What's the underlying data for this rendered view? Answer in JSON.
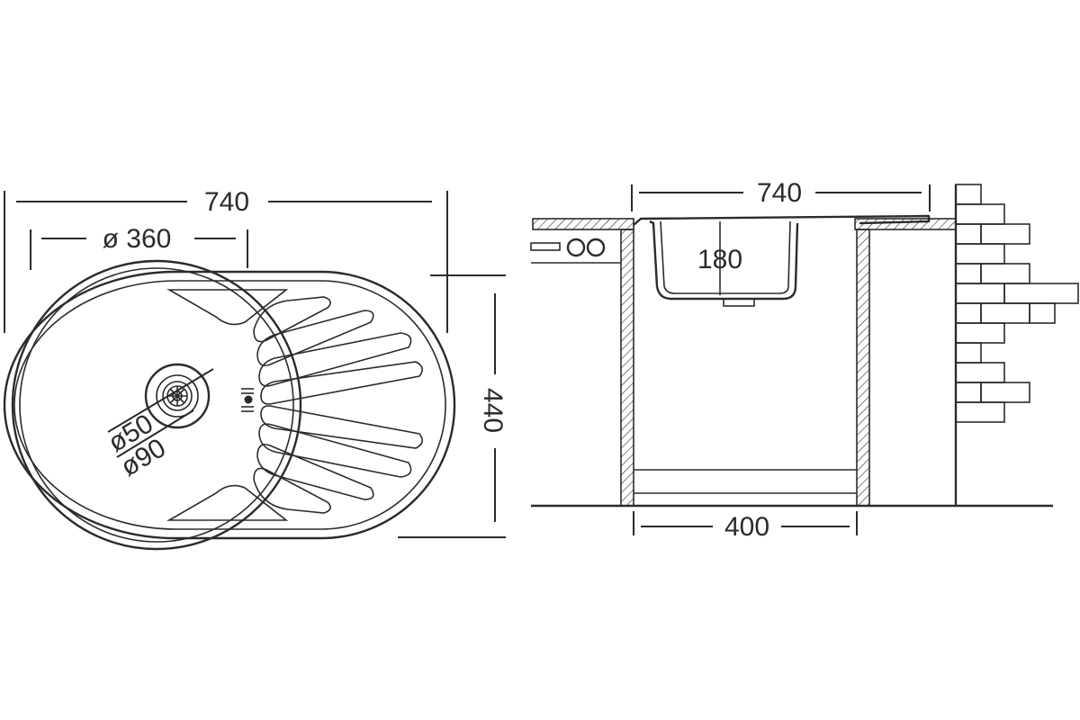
{
  "top_view": {
    "width_label": "740",
    "bowl_diameter_label": "ø 360",
    "height_label": "440",
    "drain_inner_label": "ø50",
    "drain_outer_label": "ø90"
  },
  "side_view": {
    "width_label": "740",
    "depth_label": "180",
    "cabinet_label": "400"
  }
}
